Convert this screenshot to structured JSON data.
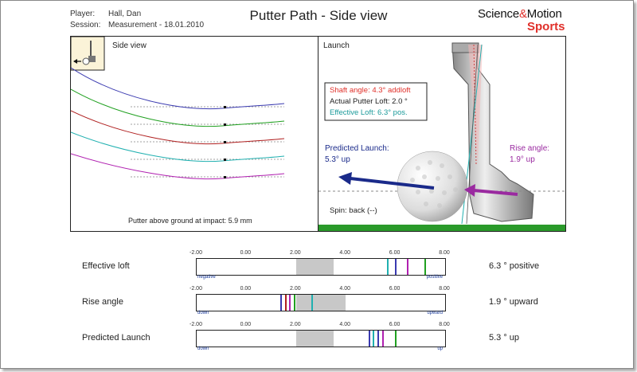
{
  "header": {
    "player_label": "Player:",
    "player_value": "Hall, Dan",
    "session_label": "Session:",
    "session_value": "Measurement - 18.01.2010",
    "title": "Putter Path - Side view",
    "brand_science": "Science",
    "brand_amp": "&",
    "brand_motion": "Motion",
    "brand_sports": "Sports"
  },
  "side_view": {
    "title": "Side view",
    "icon": "putter-ball-arrow-icon",
    "footer": "Putter above ground at impact:  5.9 mm",
    "path_colors": [
      "#3a3ab0",
      "#20a020",
      "#b02020",
      "#20b0b0",
      "#b020b0"
    ]
  },
  "launch": {
    "title": "Launch",
    "shaft_angle": "Shaft angle: 4.3° addloft",
    "actual_loft": "Actual Putter Loft:  2.0 °",
    "effective_loft": "Effective Loft: 6.3° pos.",
    "predicted_launch_label": "Predicted Launch:",
    "predicted_launch_value": "5.3° up",
    "rise_angle_label": "Rise angle:",
    "rise_angle_value": "1.9° up",
    "spin": "Spin: back (--)"
  },
  "colors": {
    "red": "#e0302a",
    "navy": "#1a2a8a",
    "purple": "#9a2aa0",
    "teal": "#1a9a9a",
    "green": "#2a9a2a"
  },
  "bars": [
    {
      "label": "Effective loft",
      "value": "6.3 ° positive",
      "left_label": "negative",
      "right_label": "positive",
      "ticks": [
        "-2.00",
        "0.00",
        "2.00",
        "4.00",
        "6.00",
        "8.00"
      ],
      "zone": [
        2.0,
        3.5
      ],
      "marks": [
        {
          "v": 5.7,
          "color": "#20b0b0"
        },
        {
          "v": 6.0,
          "color": "#3a3ab0"
        },
        {
          "v": 6.5,
          "color": "#b020b0"
        },
        {
          "v": 7.2,
          "color": "#20a020"
        }
      ]
    },
    {
      "label": "Rise angle",
      "value": "1.9 ° upward",
      "left_label": "down",
      "right_label": "upward",
      "ticks": [
        "-2.00",
        "0.00",
        "2.00",
        "4.00",
        "6.00",
        "8.00"
      ],
      "zone": [
        2.0,
        4.0
      ],
      "marks": [
        {
          "v": 1.4,
          "color": "#3a3ab0"
        },
        {
          "v": 1.6,
          "color": "#b02020"
        },
        {
          "v": 1.75,
          "color": "#b020b0"
        },
        {
          "v": 1.95,
          "color": "#20a020"
        },
        {
          "v": 2.65,
          "color": "#20b0b0"
        }
      ]
    },
    {
      "label": "Predicted Launch",
      "value": "5.3 ° up",
      "left_label": "down",
      "right_label": "up",
      "ticks": [
        "-2.00",
        "0.00",
        "2.00",
        "4.00",
        "6.00",
        "8.00"
      ],
      "zone": [
        2.0,
        3.5
      ],
      "marks": [
        {
          "v": 4.95,
          "color": "#3a3ab0"
        },
        {
          "v": 5.1,
          "color": "#20b0b0"
        },
        {
          "v": 5.3,
          "color": "#3a3ab0"
        },
        {
          "v": 5.5,
          "color": "#b020b0"
        },
        {
          "v": 6.0,
          "color": "#20a020"
        }
      ]
    }
  ]
}
